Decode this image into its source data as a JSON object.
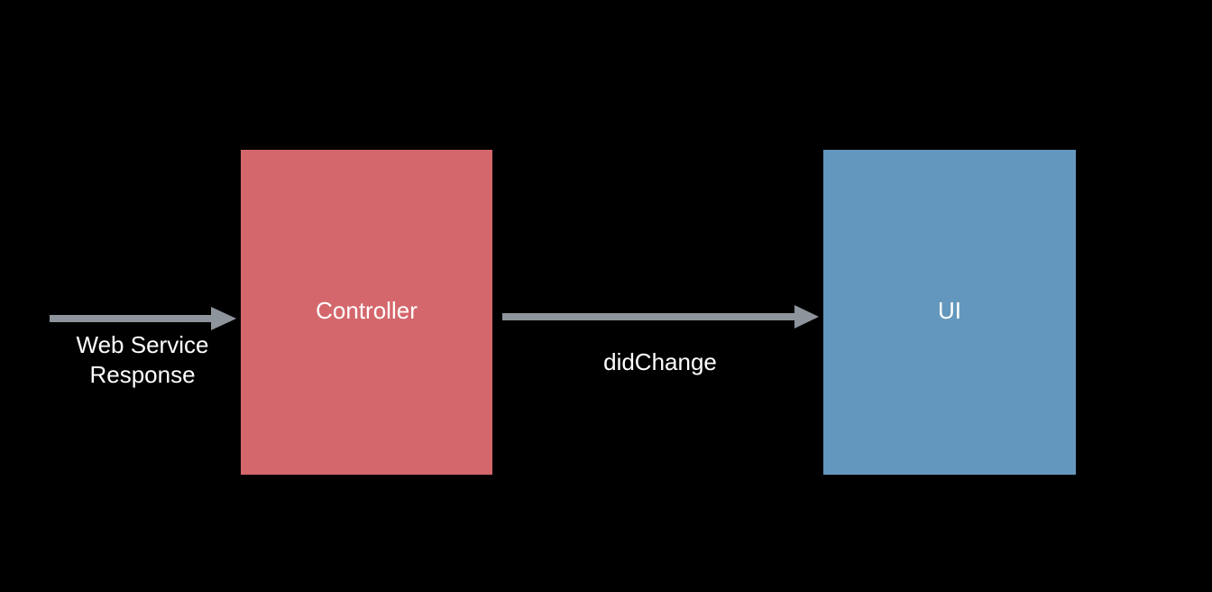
{
  "colors": {
    "background": "#000000",
    "controller": "#d4676c",
    "ui": "#6497bd",
    "arrow": "#8e949c",
    "text": "#ffffff"
  },
  "nodes": {
    "controller": {
      "label": "Controller"
    },
    "ui": {
      "label": "UI"
    }
  },
  "edges": {
    "input": {
      "label_line1": "Web Service",
      "label_line2": "Response",
      "target": "controller"
    },
    "did_change": {
      "label": "didChange",
      "source": "controller",
      "target": "ui"
    }
  }
}
